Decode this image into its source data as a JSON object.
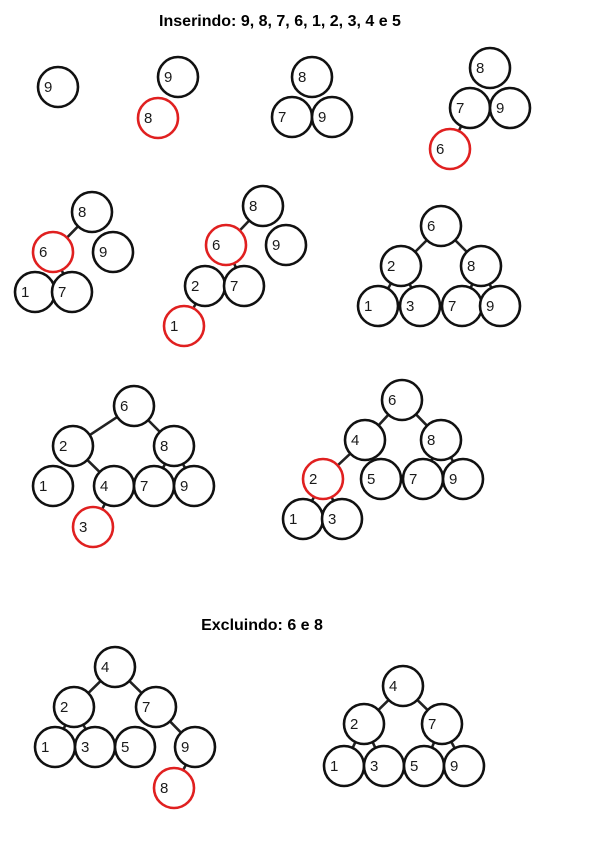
{
  "headings": {
    "insert": "Inserindo: 9, 8, 7, 6, 1, 2, 3, 4 e 5",
    "delete": "Excluindo: 6 e 8"
  },
  "colors": {
    "normal": "#111111",
    "highlight": "#e02020"
  },
  "trees": [
    {
      "id": "t1",
      "nodes": [
        {
          "id": "a",
          "label": "9",
          "highlight": false
        }
      ],
      "edges": []
    },
    {
      "id": "t2",
      "nodes": [
        {
          "id": "a",
          "label": "9",
          "highlight": false
        },
        {
          "id": "b",
          "label": "8",
          "highlight": true
        }
      ],
      "edges": []
    },
    {
      "id": "t3",
      "nodes": [
        {
          "id": "a",
          "label": "8",
          "highlight": false
        },
        {
          "id": "b",
          "label": "7",
          "highlight": false
        },
        {
          "id": "c",
          "label": "9",
          "highlight": false
        }
      ],
      "edges": []
    },
    {
      "id": "t4",
      "nodes": [
        {
          "id": "a",
          "label": "8",
          "highlight": false
        },
        {
          "id": "b",
          "label": "7",
          "highlight": false
        },
        {
          "id": "c",
          "label": "9",
          "highlight": false
        },
        {
          "id": "d",
          "label": "6",
          "highlight": true
        }
      ],
      "edges": [
        [
          "b",
          "d"
        ]
      ]
    },
    {
      "id": "t5",
      "nodes": [
        {
          "id": "a",
          "label": "8",
          "highlight": false
        },
        {
          "id": "b",
          "label": "6",
          "highlight": true
        },
        {
          "id": "c",
          "label": "9",
          "highlight": false
        },
        {
          "id": "d",
          "label": "1",
          "highlight": false
        },
        {
          "id": "e",
          "label": "7",
          "highlight": false
        }
      ],
      "edges": [
        [
          "a",
          "b"
        ],
        [
          "b",
          "e"
        ]
      ]
    },
    {
      "id": "t6",
      "nodes": [
        {
          "id": "a",
          "label": "8",
          "highlight": false
        },
        {
          "id": "b",
          "label": "6",
          "highlight": true
        },
        {
          "id": "c",
          "label": "9",
          "highlight": false
        },
        {
          "id": "d",
          "label": "2",
          "highlight": false
        },
        {
          "id": "e",
          "label": "7",
          "highlight": false
        },
        {
          "id": "f",
          "label": "1",
          "highlight": true
        }
      ],
      "edges": [
        [
          "a",
          "b"
        ],
        [
          "b",
          "e"
        ],
        [
          "d",
          "f"
        ]
      ]
    },
    {
      "id": "t7",
      "nodes": [
        {
          "id": "a",
          "label": "6",
          "highlight": false
        },
        {
          "id": "b",
          "label": "2",
          "highlight": false
        },
        {
          "id": "c",
          "label": "8",
          "highlight": false
        },
        {
          "id": "d",
          "label": "1",
          "highlight": false
        },
        {
          "id": "e",
          "label": "3",
          "highlight": false
        },
        {
          "id": "f",
          "label": "7",
          "highlight": false
        },
        {
          "id": "g",
          "label": "9",
          "highlight": false
        }
      ],
      "edges": [
        [
          "a",
          "b"
        ],
        [
          "a",
          "c"
        ],
        [
          "b",
          "d"
        ],
        [
          "b",
          "e"
        ],
        [
          "c",
          "f"
        ],
        [
          "c",
          "g"
        ]
      ]
    },
    {
      "id": "t8",
      "nodes": [
        {
          "id": "a",
          "label": "6",
          "highlight": false
        },
        {
          "id": "b",
          "label": "2",
          "highlight": false
        },
        {
          "id": "c",
          "label": "8",
          "highlight": false
        },
        {
          "id": "d",
          "label": "1",
          "highlight": false
        },
        {
          "id": "e",
          "label": "4",
          "highlight": false
        },
        {
          "id": "f",
          "label": "7",
          "highlight": false
        },
        {
          "id": "g",
          "label": "9",
          "highlight": false
        },
        {
          "id": "h",
          "label": "3",
          "highlight": true
        }
      ],
      "edges": [
        [
          "a",
          "b"
        ],
        [
          "a",
          "c"
        ],
        [
          "b",
          "e"
        ],
        [
          "e",
          "h"
        ],
        [
          "c",
          "f"
        ],
        [
          "c",
          "g"
        ]
      ]
    },
    {
      "id": "t9",
      "nodes": [
        {
          "id": "a",
          "label": "6",
          "highlight": false
        },
        {
          "id": "b",
          "label": "4",
          "highlight": false
        },
        {
          "id": "c",
          "label": "8",
          "highlight": false
        },
        {
          "id": "d",
          "label": "2",
          "highlight": true
        },
        {
          "id": "e",
          "label": "5",
          "highlight": false
        },
        {
          "id": "f",
          "label": "7",
          "highlight": false
        },
        {
          "id": "g",
          "label": "9",
          "highlight": false
        },
        {
          "id": "h",
          "label": "1",
          "highlight": false
        },
        {
          "id": "i",
          "label": "3",
          "highlight": false
        }
      ],
      "edges": [
        [
          "a",
          "b"
        ],
        [
          "a",
          "c"
        ],
        [
          "b",
          "d"
        ],
        [
          "c",
          "f"
        ],
        [
          "c",
          "g"
        ],
        [
          "d",
          "h"
        ],
        [
          "d",
          "i"
        ]
      ]
    },
    {
      "id": "t10",
      "nodes": [
        {
          "id": "a",
          "label": "4",
          "highlight": false
        },
        {
          "id": "b",
          "label": "2",
          "highlight": false
        },
        {
          "id": "c",
          "label": "7",
          "highlight": false
        },
        {
          "id": "d",
          "label": "1",
          "highlight": false
        },
        {
          "id": "e",
          "label": "3",
          "highlight": false
        },
        {
          "id": "f",
          "label": "5",
          "highlight": false
        },
        {
          "id": "g",
          "label": "9",
          "highlight": false
        },
        {
          "id": "h",
          "label": "8",
          "highlight": true
        }
      ],
      "edges": [
        [
          "a",
          "b"
        ],
        [
          "a",
          "c"
        ],
        [
          "b",
          "d"
        ],
        [
          "b",
          "e"
        ],
        [
          "c",
          "g"
        ],
        [
          "g",
          "h"
        ]
      ]
    },
    {
      "id": "t11",
      "nodes": [
        {
          "id": "a",
          "label": "4",
          "highlight": false
        },
        {
          "id": "b",
          "label": "2",
          "highlight": false
        },
        {
          "id": "c",
          "label": "7",
          "highlight": false
        },
        {
          "id": "d",
          "label": "1",
          "highlight": false
        },
        {
          "id": "e",
          "label": "3",
          "highlight": false
        },
        {
          "id": "f",
          "label": "5",
          "highlight": false
        },
        {
          "id": "g",
          "label": "9",
          "highlight": false
        }
      ],
      "edges": [
        [
          "a",
          "b"
        ],
        [
          "a",
          "c"
        ],
        [
          "b",
          "d"
        ],
        [
          "b",
          "e"
        ],
        [
          "c",
          "f"
        ],
        [
          "c",
          "g"
        ]
      ]
    }
  ]
}
